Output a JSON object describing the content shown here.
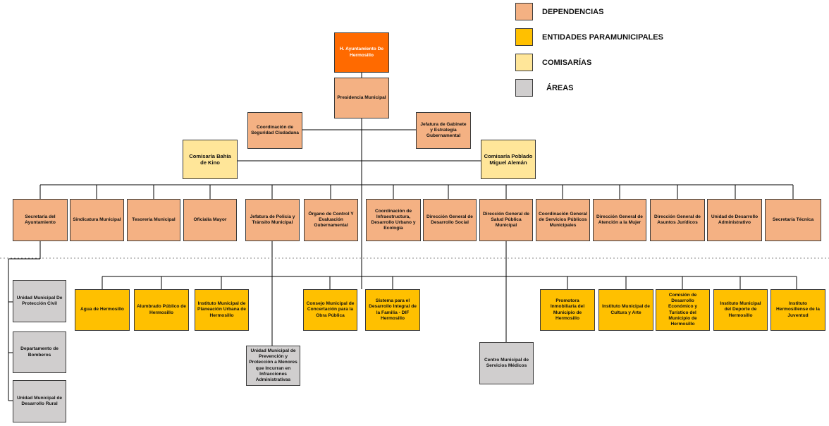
{
  "legend": {
    "dependencias": "DEPENDENCIAS",
    "entidades": "ENTIDADES PARAMUNICIPALES",
    "comisarias": "COMISARÍAS",
    "areas": "ÁREAS"
  },
  "colors": {
    "dependencias": "#f4b183",
    "entidades": "#ffc000",
    "comisarias": "#ffe699",
    "areas": "#d0cece",
    "root": "#ff6a00"
  },
  "nodes": {
    "ayuntamiento": "H. Ayuntamiento De Hermosillo",
    "presidencia": "Presidencia Municipal",
    "coord_seguridad": "Coordinación de Seguridad Ciudadana",
    "jefatura_gabinete": "Jefatura de Gabinete y Estrategia Gubernamental",
    "comisaria_kino": "Comisaría Bahía de Kino",
    "comisaria_aleman": "Comisaría Poblado Miguel Alemán",
    "secretaria_ayuntamiento": "Secretaría del Ayuntamiento",
    "sindicatura": "Sindicatura Municipal",
    "tesoreria": "Tesorería Municipal",
    "oficialia": "Oficialía Mayor",
    "policia": "Jefatura de Policía y Tránsito Municipal",
    "organo_control": "Órgano de Control Y Evaluación Gubernamental",
    "coord_infraestructura": "Coordinación de Infraestructura, Desarrollo Urbano y Ecología",
    "desarrollo_social": "Dirección General de Desarrollo Social",
    "salud": "Dirección General de Salud Pública Municipal",
    "coord_servicios": "Coordinación General de Servicios Públicos Municipales",
    "atencion_mujer": "Dirección General de Atención a la Mujer",
    "asuntos_juridicos": "Dirección General de Asuntos Jurídicos",
    "unidad_desarrollo": "Unidad de Desarrollo Administrativo",
    "secretaria_tecnica": "Secretaría Técnica",
    "agua": "Agua de Hermosillo",
    "alumbrado": "Alumbrado Público de Hermosillo",
    "implan": "Instituto Municipal de Planeación Urbana de Hermosillo",
    "consejo": "Consejo Municipal de Concertación para la Obra Pública",
    "dif": "Sistema para el Desarrollo Integral de la Familia - DIF Hermosillo",
    "promotora": "Promotora Inmobiliaria del Municipio de Hermosillo",
    "cultura": "Instituto Municipal de Cultura y Arte",
    "comision_desarrollo": "Comisión de Desarrollo Económico y Turístico del Municipio de Hermosillo",
    "deporte": "Instituto Municipal del Deporte de Hermosillo",
    "juventud": "Instituto Hermosillense de la Juventud",
    "proteccion_civil": "Unidad Municipal De Protección Civil",
    "bomberos": "Departamento de Bomberos",
    "desarrollo_rural": "Unidad Municipal de Desarrollo Rural",
    "prevencion": "Unidad Municipal de Prevención y Protección a Menores que Incurran en Infracciones Administrativas",
    "centro_medico": "Centro Municipal de Servicios Médicos"
  }
}
